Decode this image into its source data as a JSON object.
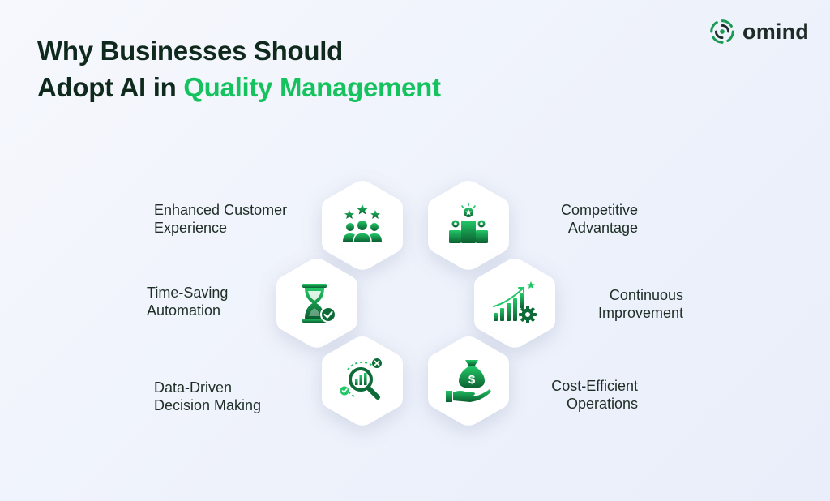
{
  "header": {
    "title_line1": "Why Businesses Should",
    "title_line2_prefix": "Adopt AI in ",
    "title_line2_accent": "Quality Management"
  },
  "brand": {
    "name": "omind"
  },
  "colors": {
    "accent": "#14c35e",
    "dark_green": "#0d6b37",
    "title": "#0f2a1d"
  },
  "benefits": [
    {
      "line1": "Enhanced Customer",
      "line2": "Experience",
      "icon": "customer-group-stars-icon"
    },
    {
      "line1": "Competitive",
      "line2": "Advantage",
      "icon": "podium-icon"
    },
    {
      "line1": "Time-Saving",
      "line2": "Automation",
      "icon": "hourglass-check-icon"
    },
    {
      "line1": "Continuous",
      "line2": "Improvement",
      "icon": "growth-chart-gear-icon"
    },
    {
      "line1": "Data-Driven",
      "line2": "Decision Making",
      "icon": "data-analysis-icon"
    },
    {
      "line1": "Cost-Efficient",
      "line2": "Operations",
      "icon": "money-bag-hand-icon"
    }
  ]
}
